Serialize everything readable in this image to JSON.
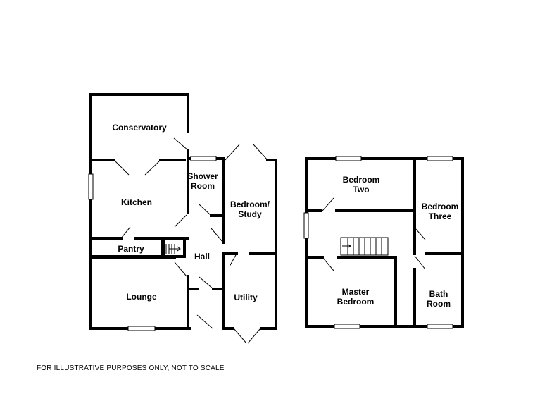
{
  "rooms": {
    "conservatory": "Conservatory",
    "kitchen": "Kitchen",
    "shower_room_1": "Shower",
    "shower_room_2": "Room",
    "bedroom_study_1": "Bedroom/",
    "bedroom_study_2": "Study",
    "pantry": "Pantry",
    "hall": "Hall",
    "lounge": "Lounge",
    "utility": "Utility",
    "bedroom_two_1": "Bedroom",
    "bedroom_two_2": "Two",
    "bedroom_three_1": "Bedroom",
    "bedroom_three_2": "Three",
    "master_bedroom_1": "Master",
    "master_bedroom_2": "Bedroom",
    "bath_room_1": "Bath",
    "bath_room_2": "Room"
  },
  "disclaimer": "FOR ILLUSTRATIVE PURPOSES ONLY, NOT TO SCALE"
}
